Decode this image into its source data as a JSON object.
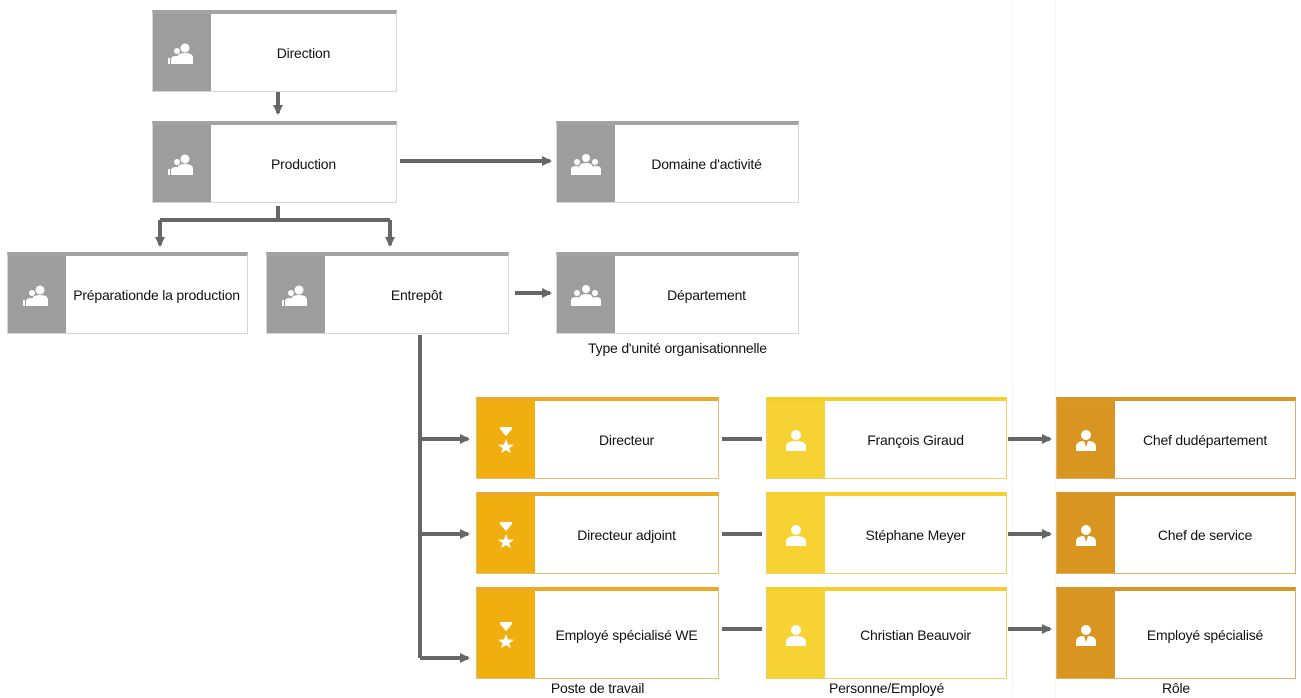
{
  "nodes": {
    "direction": "Direction",
    "production": "Production",
    "domaine": "Domaine d'activité",
    "preparation": "Préparationde la production",
    "entrepot": "Entrepôt",
    "departement": "Département",
    "directeur": "Directeur",
    "francois": "François Giraud",
    "chef_dep": "Chef dudépartement",
    "directeur_adjoint": "Directeur adjoint",
    "stephane": "Stéphane Meyer",
    "chef_service": "Chef de service",
    "employe_we": "Employé spécialisé WE",
    "christian": "Christian Beauvoir",
    "employe_role": "Employé spécialisé"
  },
  "captions": {
    "org_unit_type": "Type d'unité organisationnelle",
    "poste": "Poste de travail",
    "personne": "Personne/Employé",
    "role": "Rôle"
  },
  "colors": {
    "org_gray": "#9d9d9d",
    "position_orange": "#f0ae0f",
    "person_yellow": "#f6d232",
    "role_brown": "#d8951f",
    "connector": "#666666"
  },
  "icons": {
    "org_unit": "group-icon",
    "position": "hourglass-star-icon",
    "person": "person-icon",
    "role": "role-person-icon"
  }
}
